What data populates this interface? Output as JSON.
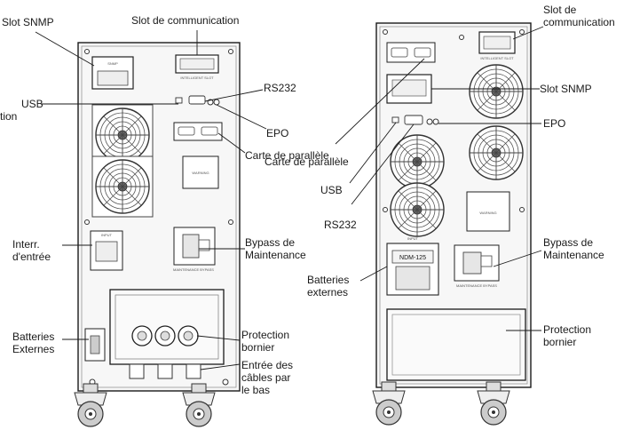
{
  "left_unit": {
    "labels": {
      "slot_snmp": "Slot SNMP",
      "slot_communication": "Slot de communication",
      "usb": "USB",
      "cut_text": "tion",
      "rs232": "RS232",
      "epo": "EPO",
      "parallel_card": "Carte de parallèle",
      "input_breaker_1": "Interr.",
      "input_breaker_2": "d'entrée",
      "bypass_1": "Bypass de",
      "bypass_2": "Maintenance",
      "batteries_1": "Batteries",
      "batteries_2": "Externes",
      "protection_1": "Protection",
      "protection_2": "bornier",
      "cable_entry_1": "Entrée des",
      "cable_entry_2": "câbles par",
      "cable_entry_3": "le bas"
    }
  },
  "right_unit": {
    "labels": {
      "slot_communication_1": "Slot de",
      "slot_communication_2": "communication",
      "slot_snmp": "Slot SNMP",
      "epo": "EPO",
      "parallel_card": "Carte de parallèle",
      "usb": "USB",
      "rs232": "RS232",
      "bypass_1": "Bypass de",
      "bypass_2": "Maintenance",
      "batteries_1": "Batteries",
      "batteries_2": "externes",
      "protection_1": "Protection",
      "protection_2": "bornier",
      "breaker_model": "NDM-125"
    }
  },
  "colors": {
    "line": "#1a1a1a",
    "panel": "#f4f4f4",
    "panel_dark": "#d9d9d9"
  }
}
